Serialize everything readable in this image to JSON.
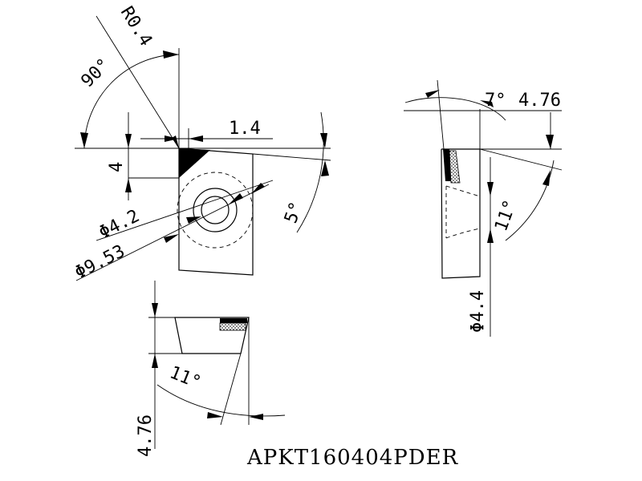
{
  "drawing": {
    "title": "APKT160404PDER",
    "top_view": {
      "radius_label": "R0.4",
      "angle_label": "90°",
      "dim_edge": "1.4",
      "dim_height": "4",
      "hole_dia": "Φ4.2",
      "inscribed_dia": "Φ9.53",
      "clearance_angle": "5°"
    },
    "side_view": {
      "angle_label": "7°",
      "thickness": "4.76",
      "clearance_angle": "11°",
      "hole_dia": "Φ4.4"
    },
    "front_view": {
      "thickness": "4.76",
      "clearance_angle": "11°"
    }
  }
}
